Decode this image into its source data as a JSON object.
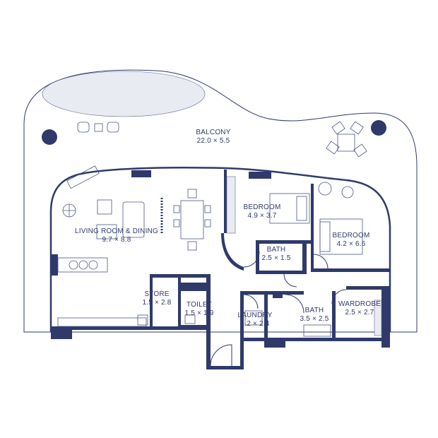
{
  "colors": {
    "ink": "#2f3a6b",
    "wall": "#2f3a6b",
    "line": "#4a5585",
    "hatch_fill": "#e9ebf2",
    "background": "#ffffff"
  },
  "rooms": {
    "balcony": {
      "name": "BALCONY",
      "dims": "22.0 × 5.5"
    },
    "living": {
      "name": "LIVING ROOM & DINING",
      "dims": "9.7 × 8.8"
    },
    "bedroom1": {
      "name": "BEDROOM",
      "dims": "4.9 × 3.7"
    },
    "bedroom2": {
      "name": "BEDROOM",
      "dims": "4.2 × 6.6"
    },
    "bath1": {
      "name": "BATH",
      "dims": "2.5 × 1.5"
    },
    "store": {
      "name": "STORE",
      "dims": "1.5 × 2.8"
    },
    "toilet": {
      "name": "TOILET",
      "dims": "1.5 × 1.9"
    },
    "laundry": {
      "name": "LAUNDRY",
      "dims": "1.2 × 2.4"
    },
    "bath2": {
      "name": "BATH",
      "dims": "3.5 × 2.5"
    },
    "wardrobe": {
      "name": "WARDROBE",
      "dims": "2.5 × 2.7"
    }
  }
}
